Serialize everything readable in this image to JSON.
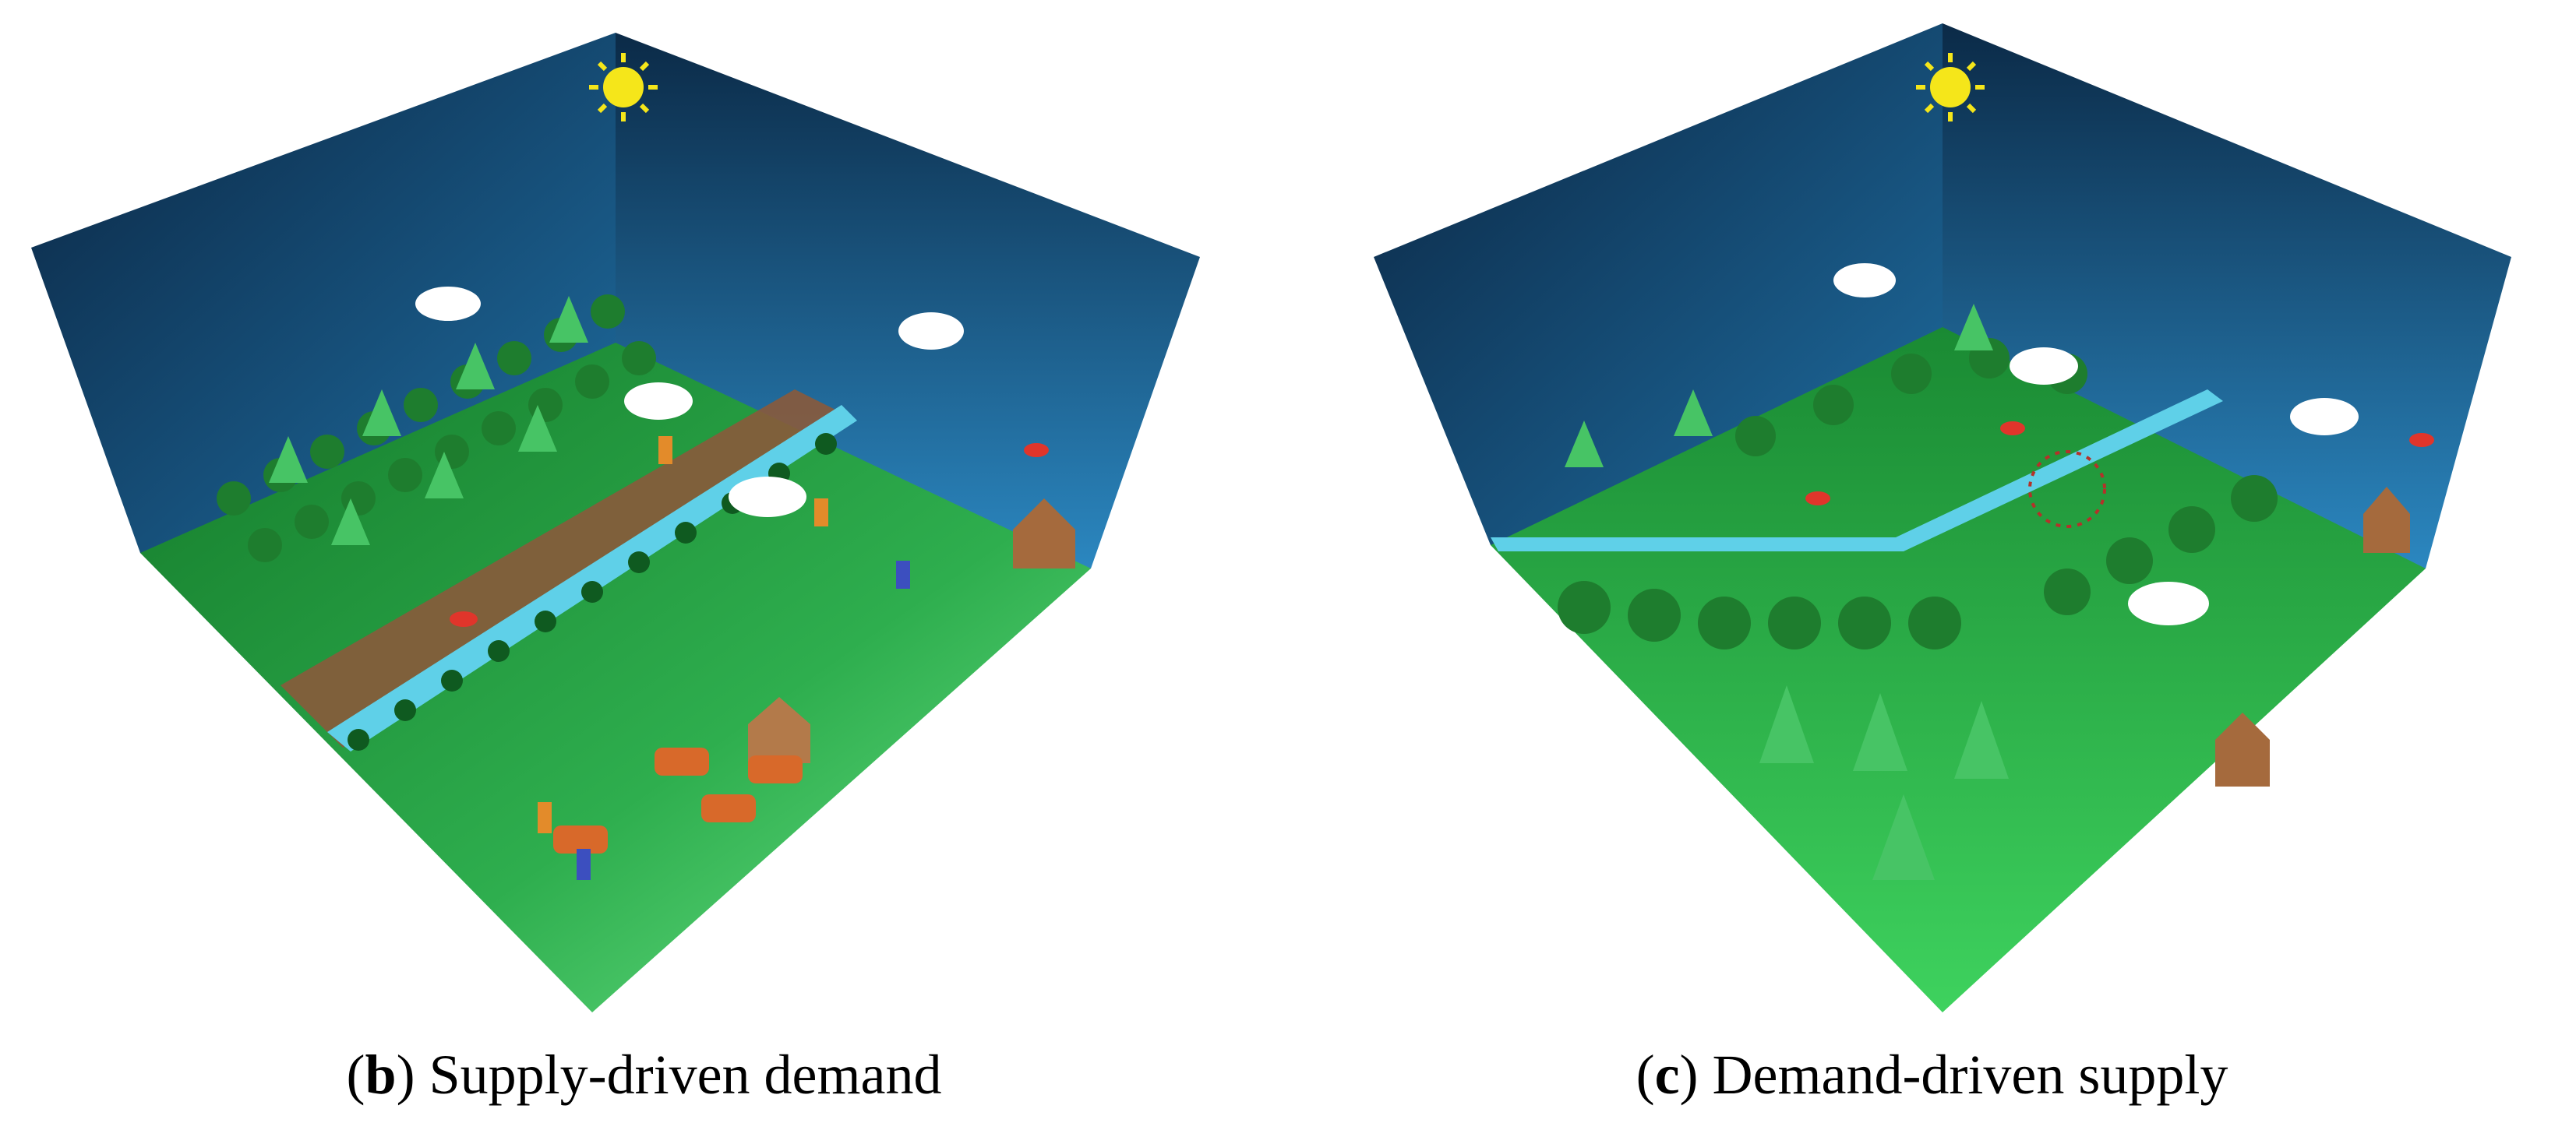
{
  "panels": [
    {
      "id": "b",
      "letter": "b",
      "caption": "Supply-driven demand"
    },
    {
      "id": "c",
      "letter": "c",
      "caption": "Demand-driven supply"
    }
  ],
  "colors": {
    "sky_dark": "#0a2440",
    "sky_light": "#1f6fa3",
    "grass": "#2ea84b",
    "grass_light": "#5fdc78",
    "river": "#5fd0e8",
    "soil": "#8a5a3b",
    "tree": "#1e7d2e",
    "pine": "#47c465",
    "sun": "#f5e61a",
    "cow": "#d8692a",
    "barn": "#a56a3d"
  },
  "icons": [
    "sun-icon",
    "cloud-icon",
    "tree-icon",
    "pine-icon",
    "barn-icon",
    "cow-icon",
    "farmer-icon",
    "mushroom-icon",
    "river-icon"
  ]
}
